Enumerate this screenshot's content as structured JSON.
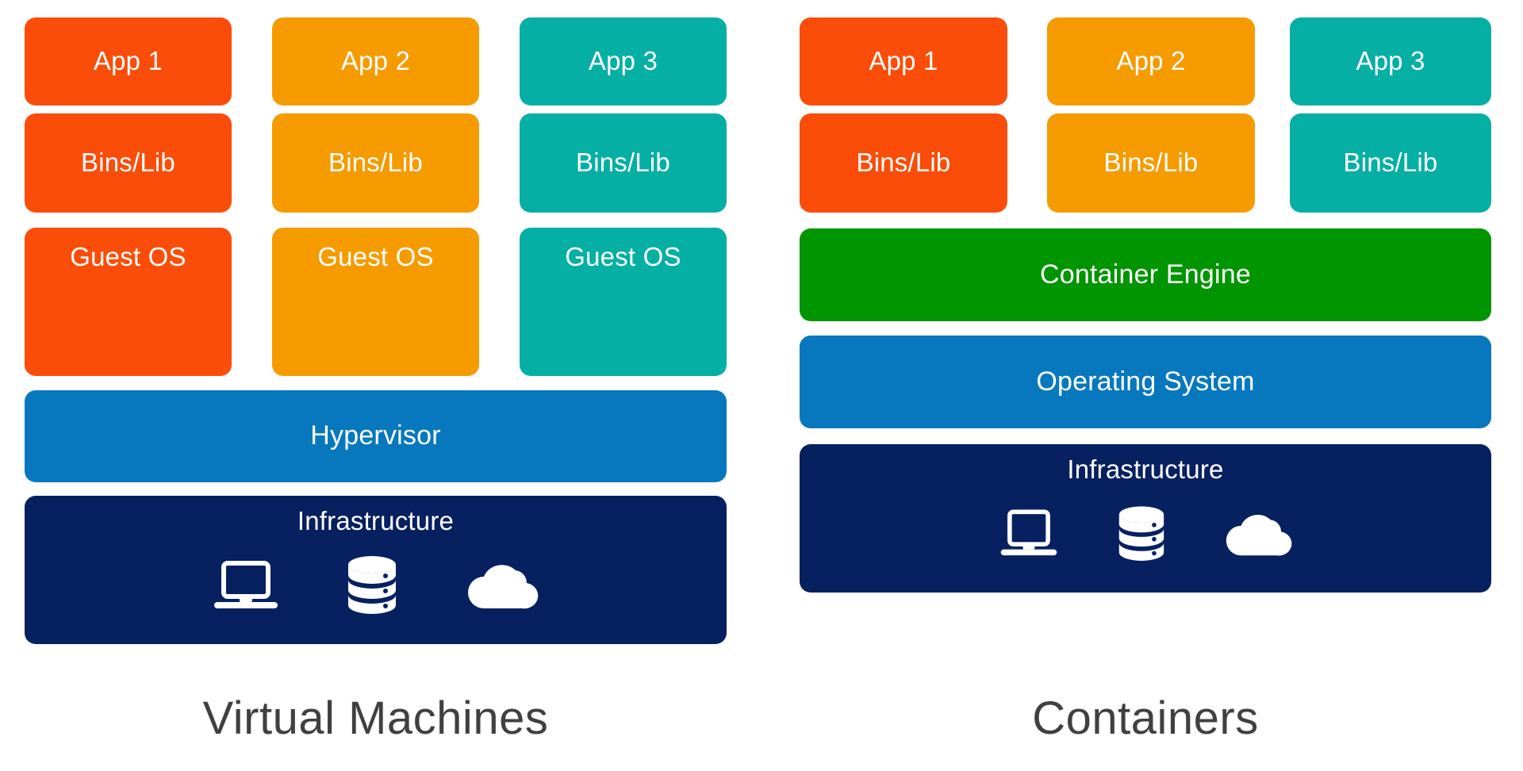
{
  "diagram": {
    "title_left": "Virtual Machines",
    "title_right": "Containers",
    "colors": {
      "orange_red": "#FA4D09",
      "orange": "#F59B00",
      "teal": "#06AFA4",
      "blue": "#0878BE",
      "green": "#019501",
      "navy": "#062060",
      "title_text": "#404040",
      "box_text": "#FFFFFF",
      "background": "#FFFFFF"
    }
  },
  "vm": {
    "label": "Virtual Machines",
    "columns": [
      {
        "app": "App 1",
        "bins": "Bins/Lib",
        "guest": "Guest OS",
        "color": "#FA4D09"
      },
      {
        "app": "App 2",
        "bins": "Bins/Lib",
        "guest": "Guest OS",
        "color": "#F59B00"
      },
      {
        "app": "App 3",
        "bins": "Bins/Lib",
        "guest": "Guest OS",
        "color": "#06AFA4"
      }
    ],
    "hypervisor": "Hypervisor",
    "infrastructure": "Infrastructure",
    "infra_icons": [
      "laptop-icon",
      "database-icon",
      "cloud-icon"
    ]
  },
  "containers": {
    "label": "Containers",
    "columns": [
      {
        "app": "App 1",
        "bins": "Bins/Lib",
        "color": "#FA4D09"
      },
      {
        "app": "App 2",
        "bins": "Bins/Lib",
        "color": "#F59B00"
      },
      {
        "app": "App 3",
        "bins": "Bins/Lib",
        "color": "#06AFA4"
      }
    ],
    "container_engine": "Container Engine",
    "operating_system": "Operating System",
    "infrastructure": "Infrastructure",
    "infra_icons": [
      "laptop-icon",
      "database-icon",
      "cloud-icon"
    ]
  }
}
